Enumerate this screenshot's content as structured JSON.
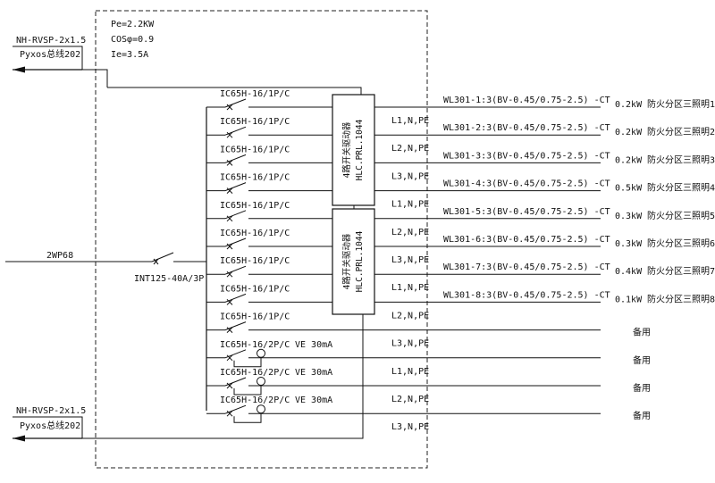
{
  "panel": {
    "specs": [
      "Pe=2.2KW",
      "COSφ=0.9",
      "Ie=3.5A"
    ],
    "top_cable": "NH-RVSP-2x1.5",
    "top_bus": "Pyxos总线202",
    "bottom_cable": "NH-RVSP-2x1.5",
    "bottom_bus": "Pyxos总线202"
  },
  "incoming": {
    "cable": "2WP68",
    "main_breaker": "INT125-40A/3P"
  },
  "drivers": [
    {
      "name": "4路开关驱动器",
      "model": "HLC.PRL.1044"
    },
    {
      "name": "4路开关驱动器",
      "model": "HLC.PRL.1044"
    }
  ],
  "circuits": [
    {
      "breaker": "IC65H-16/1P/C",
      "rcd": "",
      "phase": "L1,N,PE",
      "cable": "WL301-1:3(BV-0.45/0.75-2.5) -CT",
      "power": "0.2kW",
      "load": "防火分区三照明1"
    },
    {
      "breaker": "IC65H-16/1P/C",
      "rcd": "",
      "phase": "L2,N,PE",
      "cable": "WL301-2:3(BV-0.45/0.75-2.5) -CT",
      "power": "0.2kW",
      "load": "防火分区三照明2"
    },
    {
      "breaker": "IC65H-16/1P/C",
      "rcd": "",
      "phase": "L3,N,PE",
      "cable": "WL301-3:3(BV-0.45/0.75-2.5) -CT",
      "power": "0.2kW",
      "load": "防火分区三照明3"
    },
    {
      "breaker": "IC65H-16/1P/C",
      "rcd": "",
      "phase": "L1,N,PE",
      "cable": "WL301-4:3(BV-0.45/0.75-2.5) -CT",
      "power": "0.5kW",
      "load": "防火分区三照明4"
    },
    {
      "breaker": "IC65H-16/1P/C",
      "rcd": "",
      "phase": "L2,N,PE",
      "cable": "WL301-5:3(BV-0.45/0.75-2.5) -CT",
      "power": "0.3kW",
      "load": "防火分区三照明5"
    },
    {
      "breaker": "IC65H-16/1P/C",
      "rcd": "",
      "phase": "L3,N,PE",
      "cable": "WL301-6:3(BV-0.45/0.75-2.5) -CT",
      "power": "0.3kW",
      "load": "防火分区三照明6"
    },
    {
      "breaker": "IC65H-16/1P/C",
      "rcd": "",
      "phase": "L1,N,PE",
      "cable": "WL301-7:3(BV-0.45/0.75-2.5) -CT",
      "power": "0.4kW",
      "load": "防火分区三照明7"
    },
    {
      "breaker": "IC65H-16/1P/C",
      "rcd": "",
      "phase": "L2,N,PE",
      "cable": "WL301-8:3(BV-0.45/0.75-2.5) -CT",
      "power": "0.1kW",
      "load": "防火分区三照明8"
    },
    {
      "breaker": "IC65H-16/1P/C",
      "rcd": "",
      "phase": "L3,N,PE",
      "cable": "",
      "power": "",
      "load": "备用"
    },
    {
      "breaker": "IC65H-16/2P/C",
      "rcd": "VE 30mA",
      "phase": "L1,N,PE",
      "cable": "",
      "power": "",
      "load": "备用"
    },
    {
      "breaker": "IC65H-16/2P/C",
      "rcd": "VE 30mA",
      "phase": "L2,N,PE",
      "cable": "",
      "power": "",
      "load": "备用"
    },
    {
      "breaker": "IC65H-16/2P/C",
      "rcd": "VE 30mA",
      "phase": "L3,N,PE",
      "cable": "",
      "power": "",
      "load": "备用"
    }
  ]
}
